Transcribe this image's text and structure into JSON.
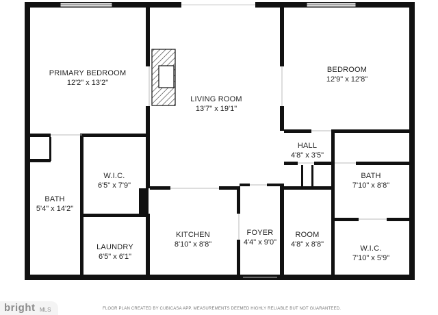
{
  "rooms": {
    "primary_bedroom": {
      "name": "PRIMARY BEDROOM",
      "dims": "12'2\" x 13'2\""
    },
    "living_room": {
      "name": "LIVING ROOM",
      "dims": "13'7\" x 19'1\""
    },
    "bedroom": {
      "name": "BEDROOM",
      "dims": "12'9\" x 12'8\""
    },
    "hall": {
      "name": "HALL",
      "dims": "4'8\" x 3'5\""
    },
    "wic_left": {
      "name": "W.I.C.",
      "dims": "6'5\" x 7'9\""
    },
    "bath_left": {
      "name": "BATH",
      "dims": "5'4\" x 14'2\""
    },
    "bath_right": {
      "name": "BATH",
      "dims": "7'10\" x 8'8\""
    },
    "kitchen": {
      "name": "KITCHEN",
      "dims": "8'10\" x 8'8\""
    },
    "foyer": {
      "name": "FOYER",
      "dims": "4'4\" x 9'0\""
    },
    "room": {
      "name": "ROOM",
      "dims": "4'8\" x 8'8\""
    },
    "laundry": {
      "name": "LAUNDRY",
      "dims": "6'5\" x 6'1\""
    },
    "wic_right": {
      "name": "W.I.C.",
      "dims": "7'10\" x 5'9\""
    }
  },
  "footer": {
    "disclaimer": "FLOOR PLAN CREATED BY CUBICASA APP. MEASUREMENTS DEEMED HIGHLY RELIABLE BUT NOT GUARANTEED."
  },
  "brand": {
    "name": "bright",
    "suffix": "MLS"
  },
  "colors": {
    "wall": "#111111",
    "fireplace_hatch": "#222222",
    "background": "#ffffff",
    "footer_text": "#777777"
  }
}
